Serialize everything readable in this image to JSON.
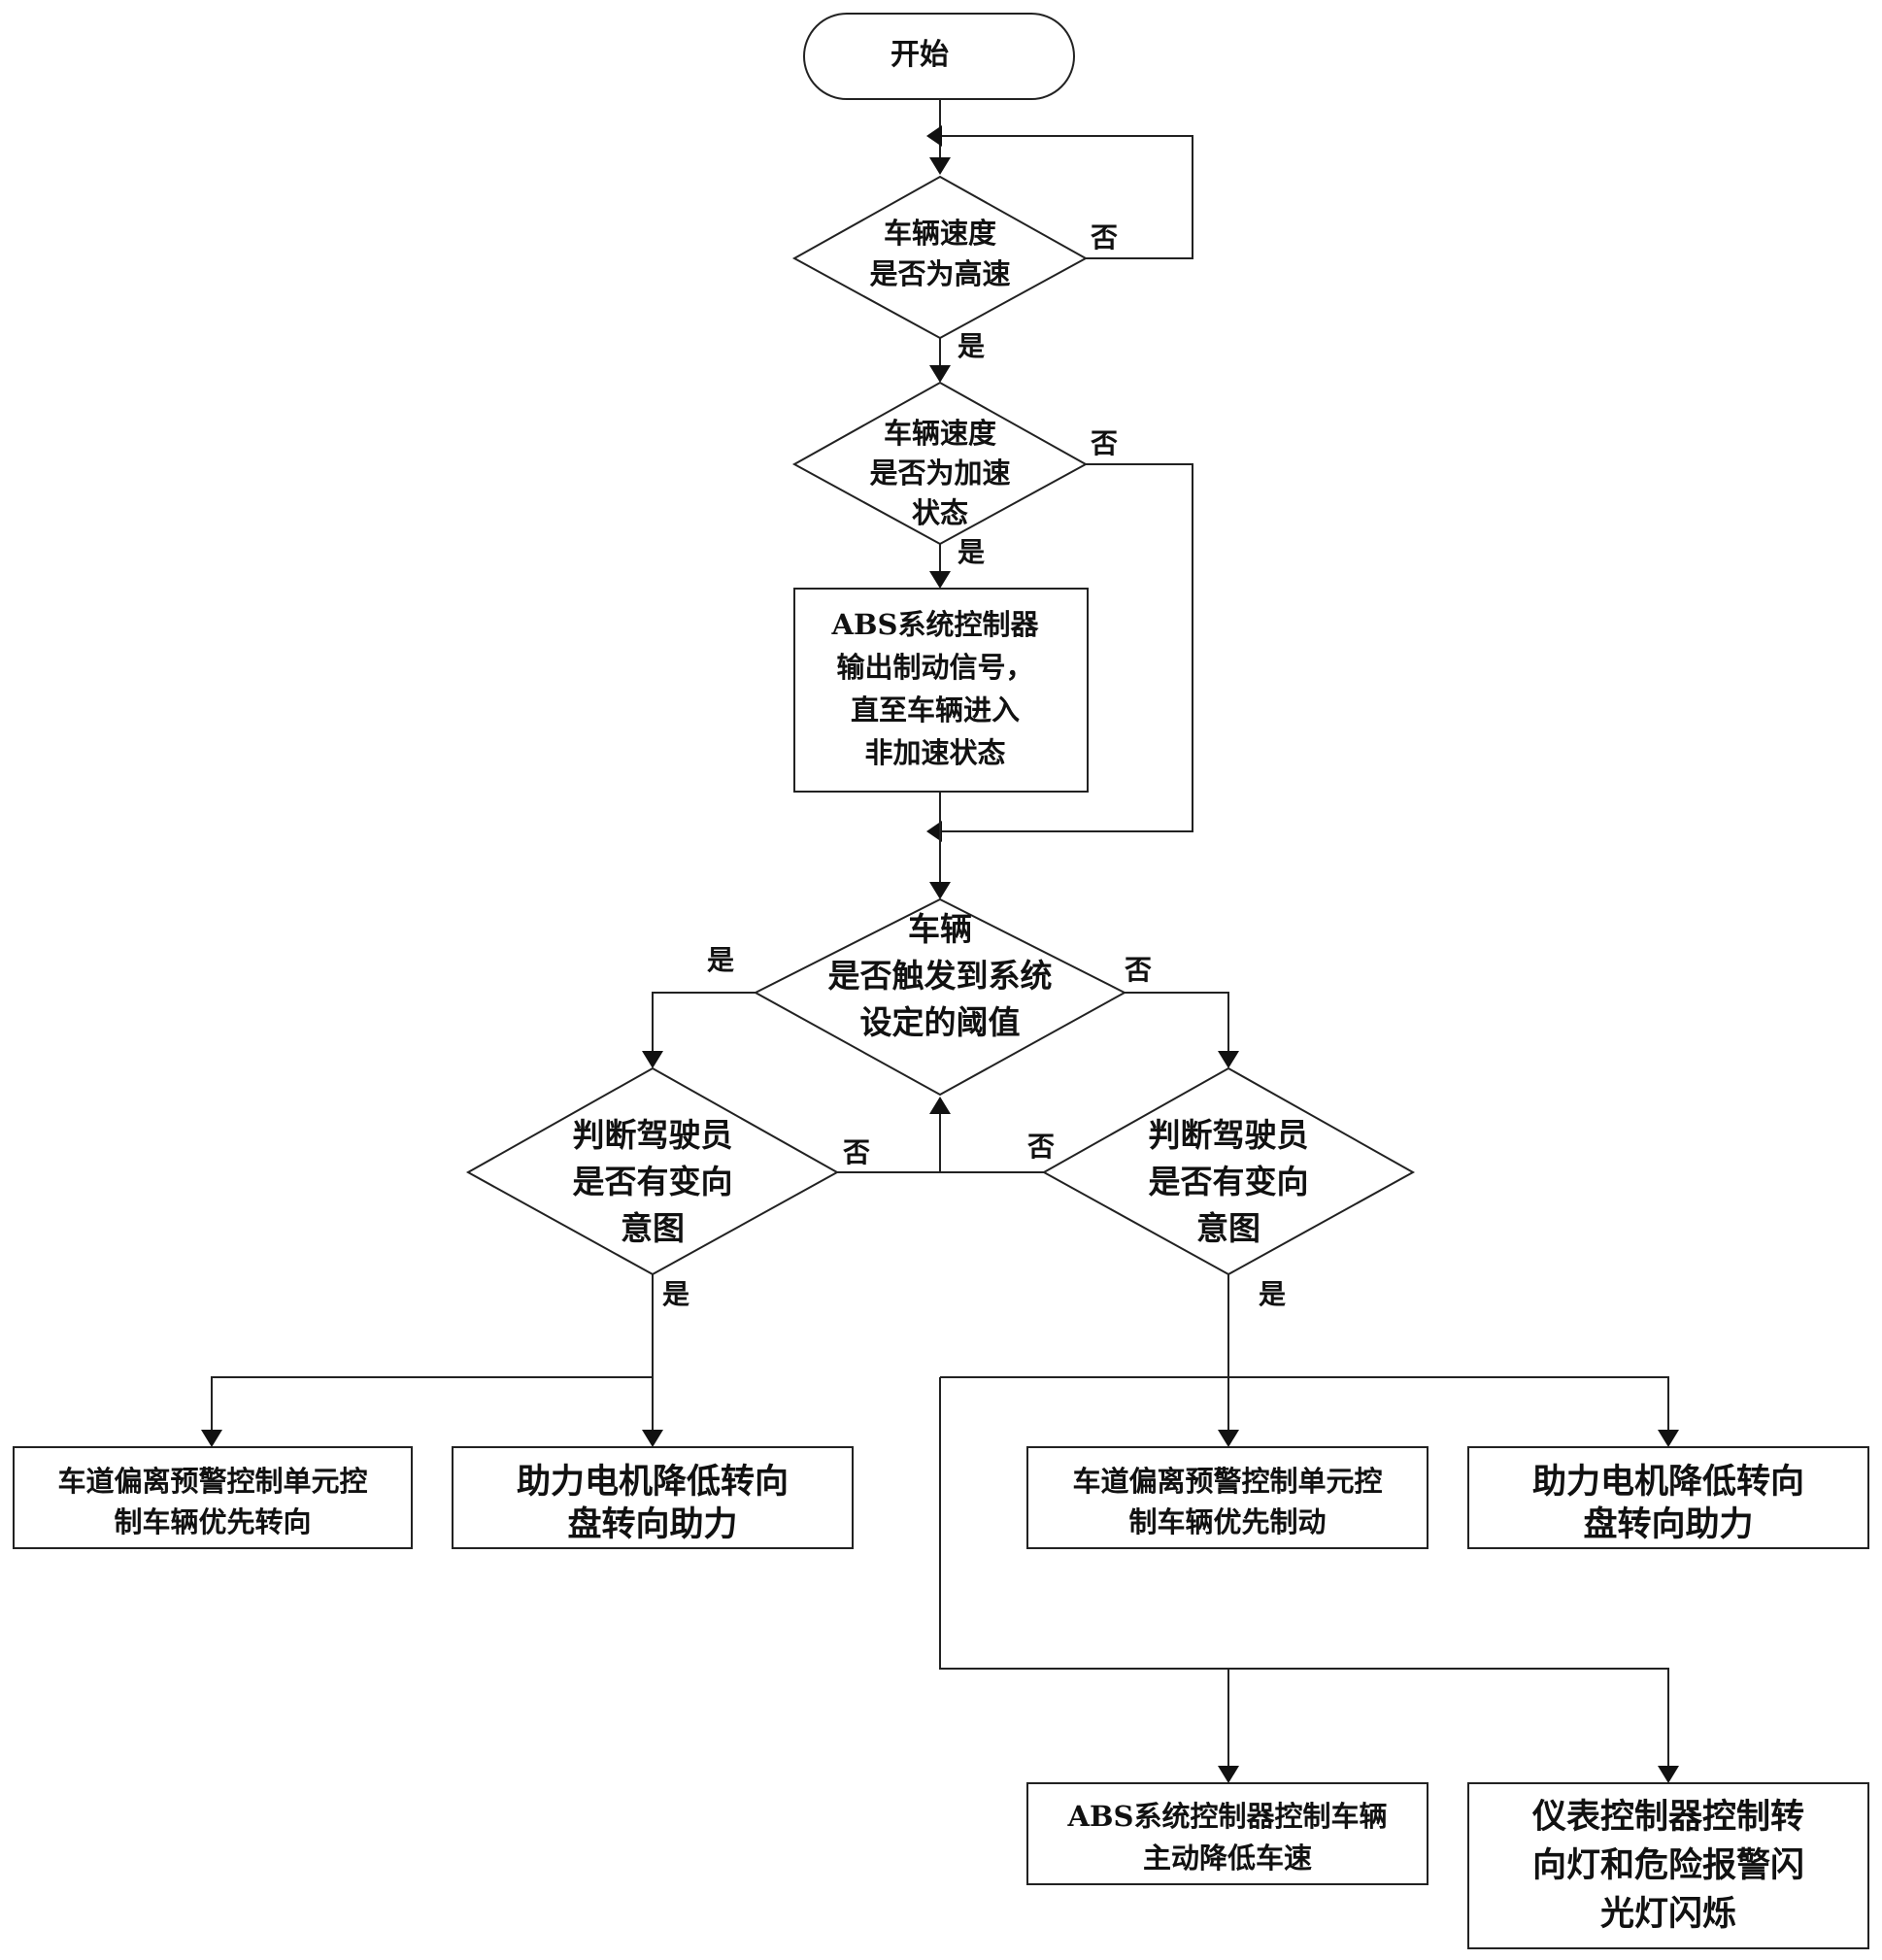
{
  "nodes": {
    "start": {
      "lines": [
        "开始"
      ]
    },
    "d_high_speed": {
      "lines": [
        "车辆速度",
        "是否为高速"
      ]
    },
    "d_accel": {
      "lines": [
        "车辆速度",
        "是否为加速",
        "状态"
      ]
    },
    "p_abs_brake": {
      "lines": [
        "ABS系统控制器",
        "输出制动信号，",
        "直至车辆进入",
        "非加速状态"
      ]
    },
    "d_threshold": {
      "lines": [
        "车辆",
        "是否触发到系统",
        "设定的阈值"
      ]
    },
    "d_intent_left": {
      "lines": [
        "判断驾驶员",
        "是否有变向",
        "意图"
      ]
    },
    "d_intent_right": {
      "lines": [
        "判断驾驶员",
        "是否有变向",
        "意图"
      ]
    },
    "p_lane_steer": {
      "lines": [
        "车道偏离预警控制单元控",
        "制车辆优先转向"
      ]
    },
    "p_motor_left": {
      "lines": [
        "助力电机降低转向",
        "盘转向助力"
      ]
    },
    "p_lane_brake": {
      "lines": [
        "车道偏离预警控制单元控",
        "制车辆优先制动"
      ]
    },
    "p_motor_right": {
      "lines": [
        "助力电机降低转向",
        "盘转向助力"
      ]
    },
    "p_abs_slow": {
      "lines": [
        "ABS系统控制器控制车辆",
        "主动降低车速"
      ]
    },
    "p_lights": {
      "lines": [
        "仪表控制器控制转",
        "向灯和危险报警闪",
        "光灯闪烁"
      ]
    }
  },
  "edge_labels": {
    "high_speed_no": "否",
    "high_speed_yes": "是",
    "accel_no": "否",
    "accel_yes": "是",
    "threshold_yes": "是",
    "threshold_no": "否",
    "intent_left_no": "否",
    "intent_right_no": "否",
    "intent_left_yes": "是",
    "intent_right_yes": "是"
  }
}
